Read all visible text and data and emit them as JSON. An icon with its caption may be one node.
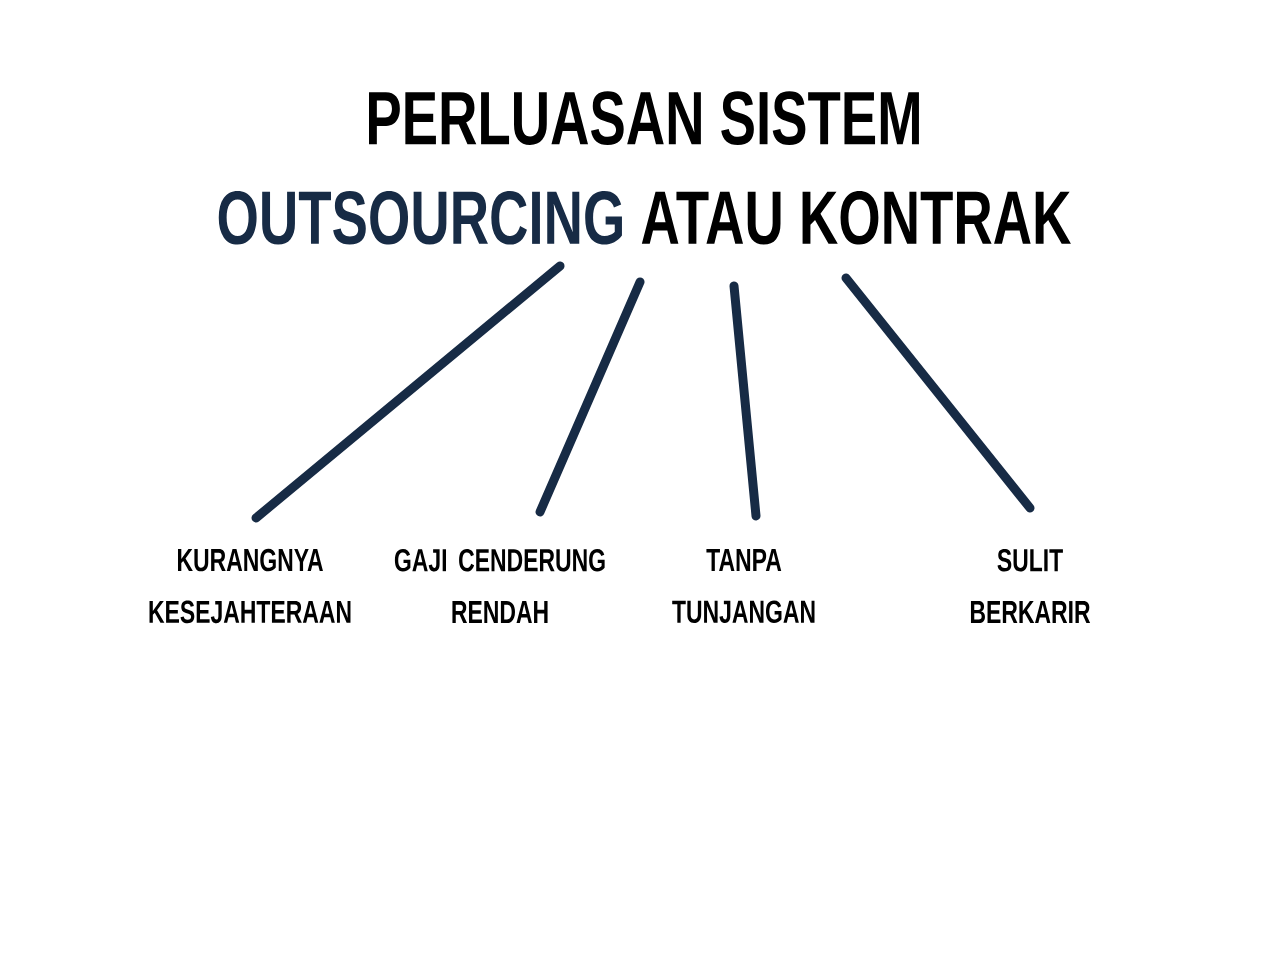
{
  "diagram": {
    "nodes": [
      {
        "text": [
          "PERLUASAN  SISTEM",
          "OUTSOURCING",
          "ATAU KONTRAK"
        ]
      },
      {
        "text": [
          "KURANGNYA KESEJAHTERAAN"
        ]
      },
      {
        "text": [
          "GAJI CENDERUNG RENDAH"
        ]
      },
      {
        "text": [
          "TANPA TUNJANGAN"
        ]
      },
      {
        "text": [
          "SULIT BERKARIR"
        ]
      }
    ],
    "edges": [
      {
        "from": 0,
        "to": 1,
        "arrow": "none"
      },
      {
        "from": 0,
        "to": 2,
        "arrow": "none"
      },
      {
        "from": 0,
        "to": 3,
        "arrow": "none"
      },
      {
        "from": 0,
        "to": 4,
        "arrow": "none"
      }
    ]
  }
}
